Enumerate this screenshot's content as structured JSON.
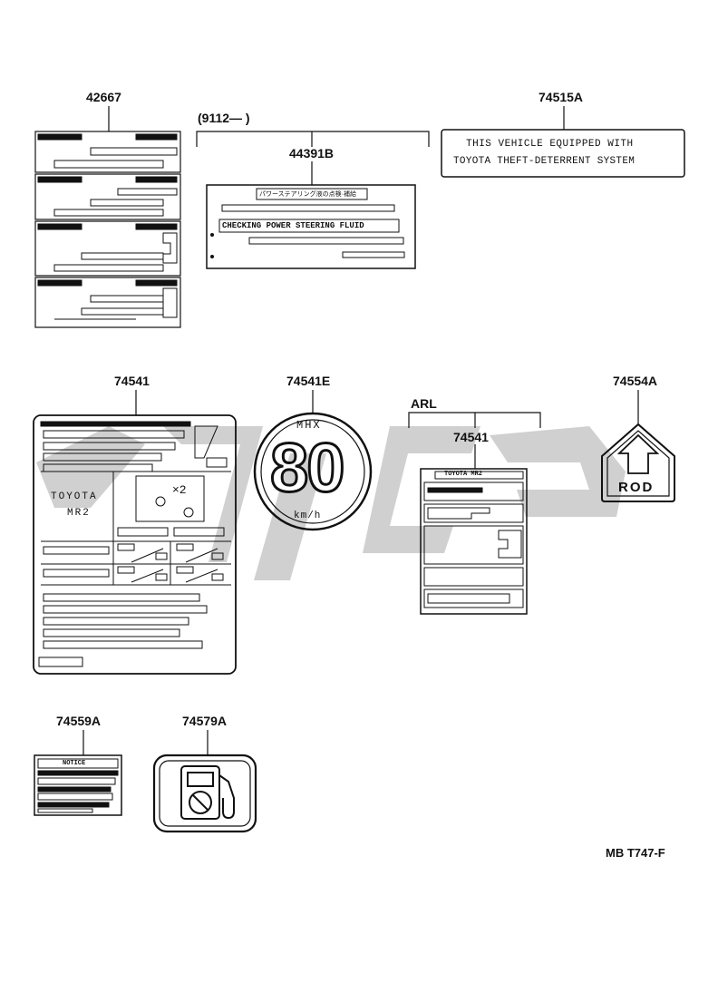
{
  "parts": {
    "p42667": "42667",
    "p44391b": "44391B",
    "p74515a": "74515A",
    "p74541_main": "74541",
    "p74541e": "74541E",
    "p74554a": "74554A",
    "p74541_arl": "74541",
    "p74559a": "74559A",
    "p74579a": "74579A"
  },
  "notes": {
    "date_range": "(9112—          )",
    "arl": "ARL"
  },
  "labels": {
    "theft_line1": "THIS VEHICLE EQUIPPED WITH",
    "theft_line2": "TOYOTA THEFT-DETERRENT SYSTEM",
    "ps_japanese": "パワーステアリング液の点検·補給",
    "ps_english": "CHECKING POWER STEERING FLUID",
    "toyota": "TOYOTA",
    "mr2": "MR2",
    "x2": "×2",
    "speed_top": "MHX",
    "speed_value": "80",
    "speed_unit": "km/h",
    "toyota_mr2": "TOYOTA MR2",
    "rod": "ROD",
    "notice": "NOTICE"
  },
  "footer": {
    "code": "MB T747-F"
  },
  "colors": {
    "ink": "#111111",
    "watermark": "#c8c8c8"
  }
}
